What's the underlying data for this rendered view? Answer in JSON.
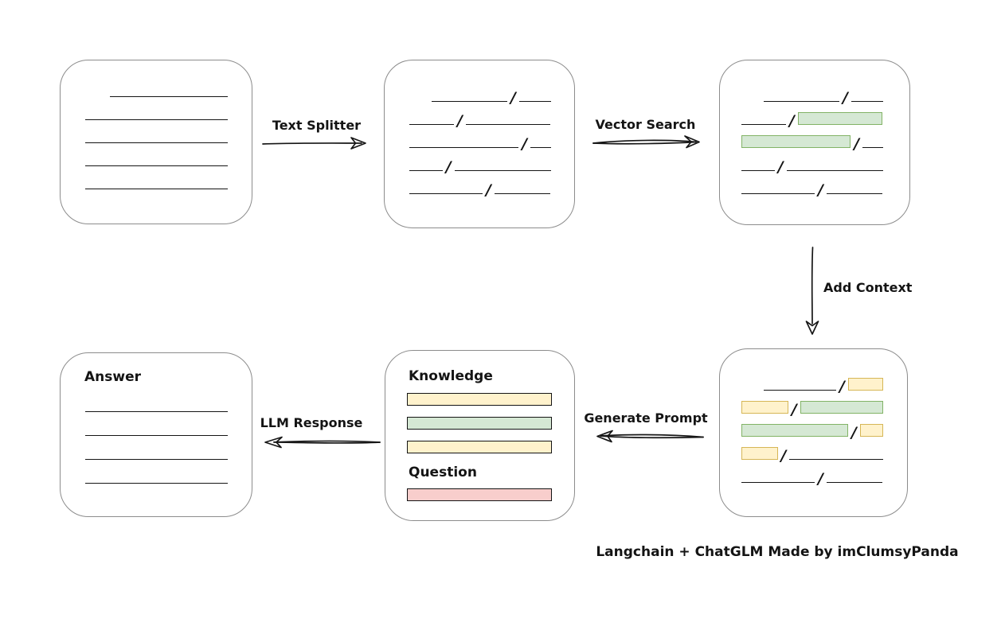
{
  "footer": {
    "credit": "Langchain + ChatGLM Made by imClumsyPanda"
  },
  "glyphs": {
    "slash": "/"
  },
  "colors": {
    "line": "#141414",
    "box_border": "#8c8c8c",
    "green_fill": "#d5e8d4",
    "green_stroke": "#82b366",
    "yellow_fill": "#fff2cc",
    "yellow_stroke": "#d6b656",
    "red_fill": "#f8cecc",
    "red_stroke": "#b85450"
  },
  "arrows": {
    "text_splitter": {
      "label": "Text Splitter"
    },
    "vector_search": {
      "label": "Vector Search"
    },
    "add_context": {
      "label": "Add Context"
    },
    "generate_prompt": {
      "label": "Generate Prompt"
    },
    "llm_response": {
      "label": "LLM Response"
    }
  },
  "nodes": {
    "document": {
      "rows": [
        [
          {
            "t": "line",
            "w": 148,
            "i": 31
          }
        ],
        [
          {
            "t": "line",
            "w": 181
          }
        ],
        [
          {
            "t": "line",
            "w": 181
          }
        ],
        [
          {
            "t": "line",
            "w": 181
          }
        ],
        [
          {
            "t": "line",
            "w": 181
          }
        ]
      ]
    },
    "chunks": {
      "rows": [
        [
          {
            "t": "line",
            "w": 95,
            "i": 28
          },
          {
            "t": "slash"
          },
          {
            "t": "line",
            "w": 40
          }
        ],
        [
          {
            "t": "line",
            "w": 56
          },
          {
            "t": "slash"
          },
          {
            "t": "line",
            "w": 106
          }
        ],
        [
          {
            "t": "line",
            "w": 138
          },
          {
            "t": "slash"
          },
          {
            "t": "line",
            "w": 26
          }
        ],
        [
          {
            "t": "line",
            "w": 42
          },
          {
            "t": "slash"
          },
          {
            "t": "line",
            "w": 122
          }
        ],
        [
          {
            "t": "line",
            "w": 92
          },
          {
            "t": "slash"
          },
          {
            "t": "line",
            "w": 70
          }
        ]
      ]
    },
    "search_result": {
      "rows": [
        [
          {
            "t": "line",
            "w": 95,
            "i": 28
          },
          {
            "t": "slash"
          },
          {
            "t": "line",
            "w": 40
          }
        ],
        [
          {
            "t": "line",
            "w": 56
          },
          {
            "t": "slash"
          },
          {
            "t": "green",
            "w": 106
          }
        ],
        [
          {
            "t": "green",
            "w": 138
          },
          {
            "t": "slash"
          },
          {
            "t": "line",
            "w": 26
          }
        ],
        [
          {
            "t": "line",
            "w": 42
          },
          {
            "t": "slash"
          },
          {
            "t": "line",
            "w": 122
          }
        ],
        [
          {
            "t": "line",
            "w": 92
          },
          {
            "t": "slash"
          },
          {
            "t": "line",
            "w": 70
          }
        ]
      ]
    },
    "context": {
      "rows": [
        [
          {
            "t": "line",
            "w": 95,
            "i": 28
          },
          {
            "t": "slash"
          },
          {
            "t": "yellow",
            "w": 46
          }
        ],
        [
          {
            "t": "yellow",
            "w": 60
          },
          {
            "t": "slash"
          },
          {
            "t": "green",
            "w": 106
          }
        ],
        [
          {
            "t": "green",
            "w": 138
          },
          {
            "t": "slash"
          },
          {
            "t": "yellow",
            "w": 30
          }
        ],
        [
          {
            "t": "yellow",
            "w": 46
          },
          {
            "t": "slash"
          },
          {
            "t": "line",
            "w": 119
          }
        ],
        [
          {
            "t": "line",
            "w": 92
          },
          {
            "t": "slash"
          },
          {
            "t": "line",
            "w": 70
          }
        ]
      ]
    },
    "prompt": {
      "knowledge_label": "Knowledge",
      "question_label": "Question",
      "knowledge_bars": [
        "yellow",
        "green",
        "yellow"
      ],
      "question_bars": [
        "red"
      ]
    },
    "answer": {
      "label": "Answer",
      "rows": [
        [
          {
            "t": "line",
            "w": 181
          }
        ],
        [
          {
            "t": "line",
            "w": 181
          }
        ],
        [
          {
            "t": "line",
            "w": 181
          }
        ],
        [
          {
            "t": "line",
            "w": 181
          }
        ]
      ]
    }
  }
}
